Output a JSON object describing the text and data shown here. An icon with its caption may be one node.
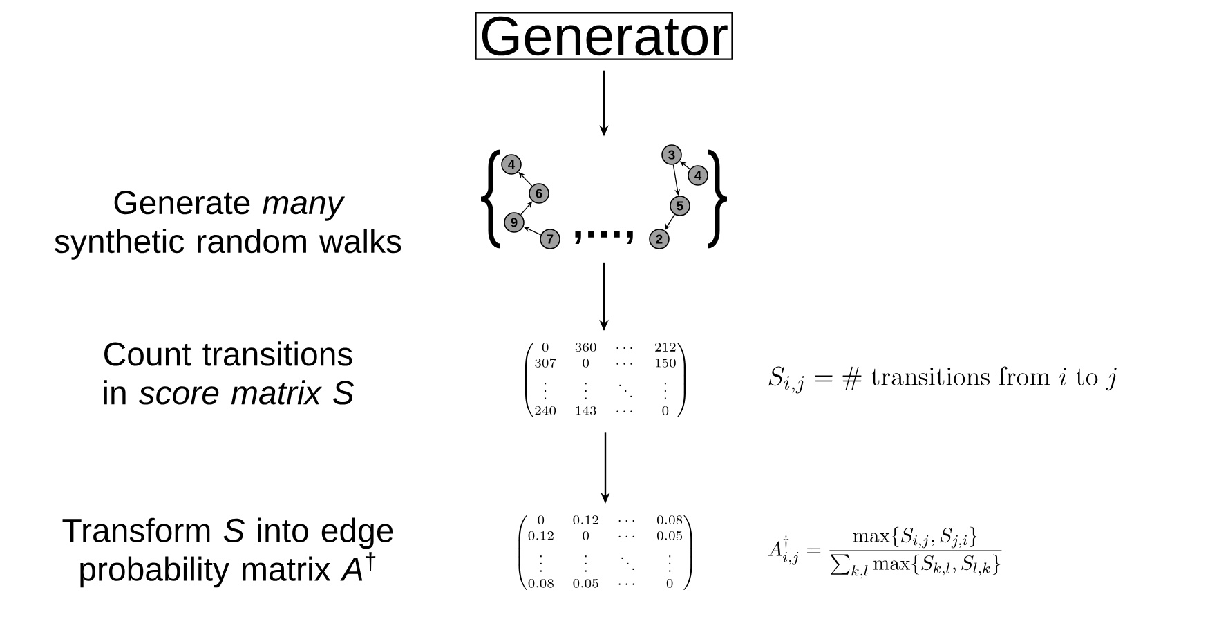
{
  "diagram": {
    "nodes": [
      {
        "text": [
          "Generator"
        ]
      },
      {
        "text": [
          ",…,"
        ]
      },
      {
        "text": [
          "4"
        ],
        "in": 1
      },
      {
        "text": [
          "6"
        ],
        "in": 1
      },
      {
        "text": [
          "9"
        ],
        "in": 1
      },
      {
        "text": [
          "7"
        ],
        "in": 1
      },
      {
        "text": [
          "3"
        ],
        "in": 1
      },
      {
        "text": [
          "4"
        ],
        "in": 1
      },
      {
        "text": [
          "5"
        ],
        "in": 1
      },
      {
        "text": [
          "2"
        ],
        "in": 1
      },
      {
        "text": [
          "\\begin{pmatrix}0 & 360 & \\cdots & 212\\\\ 307 & 0 & \\cdots & 150\\\\ \\vdots & \\vdots & \\ddots & \\vdots\\\\ 240 & 143 & \\cdots & 0\\end{pmatrix}"
        ]
      },
      {
        "text": [
          "\\begin{pmatrix}0 & 0.12 & \\cdots & 0.08\\\\ 0.12 & 0 & \\cdots & 0.05\\\\ \\vdots & \\vdots & \\ddots & \\vdots\\\\ 0.08 & 0.05 & \\cdots & 0\\end{pmatrix}"
        ]
      }
    ],
    "edges": [
      {
        "from": 0,
        "to": 1,
        "arrow": "to"
      },
      {
        "from": 1,
        "to": 10,
        "arrow": "to"
      },
      {
        "from": 10,
        "to": 11,
        "arrow": "to"
      },
      {
        "from": 5,
        "to": 4,
        "arrow": "to"
      },
      {
        "from": 4,
        "to": 3,
        "arrow": "to"
      },
      {
        "from": 3,
        "to": 2,
        "arrow": "to"
      },
      {
        "from": 7,
        "to": 6,
        "arrow": "to"
      },
      {
        "from": 6,
        "to": 8,
        "arrow": "to"
      },
      {
        "from": 8,
        "to": 9,
        "arrow": "to"
      }
    ],
    "labels": [
      "Generate *many* synthetic random walks",
      "Count transitions in *score matrix S*",
      "S_{i,j} = \\#\\ \\mathrm{transitions\\ from}\\ i\\ \\mathrm{to}\\ j",
      "Transform *S* into edge probability matrix *A*$^{†}$",
      "A^{\\dagger}_{i,j} = \\frac{\\max\\{S_{i,j},S_{j,i}\\}}{\\sum_{k,l}\\max\\{S_{k,l},S_{l,k}\\}}"
    ]
  }
}
